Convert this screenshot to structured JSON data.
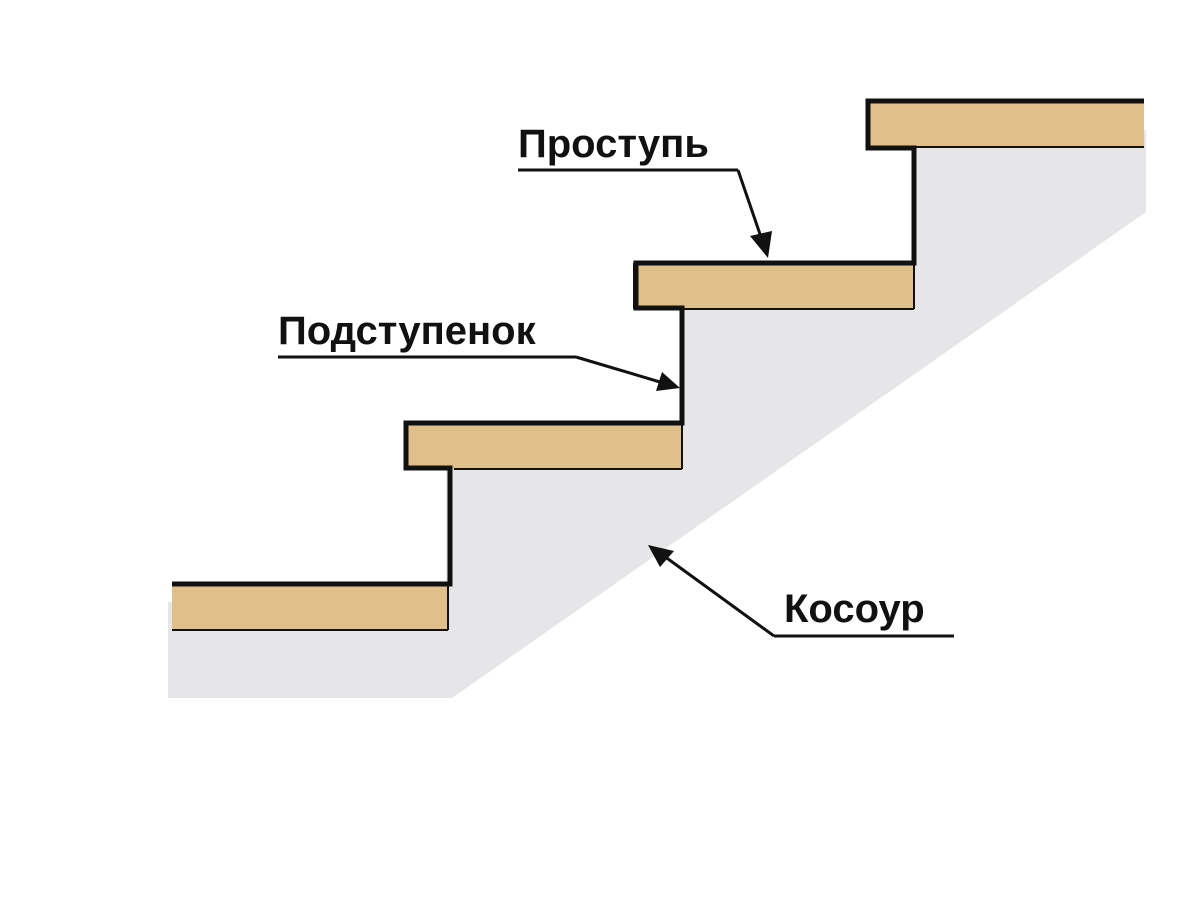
{
  "labels": {
    "tread": "Проступь",
    "riser": "Подступенок",
    "stringer": "Косоур"
  },
  "colors": {
    "background": "#ffffff",
    "stringer_fill": "#e6e6e8",
    "tread_fill": "#e0bf8b",
    "outline": "#111111"
  }
}
